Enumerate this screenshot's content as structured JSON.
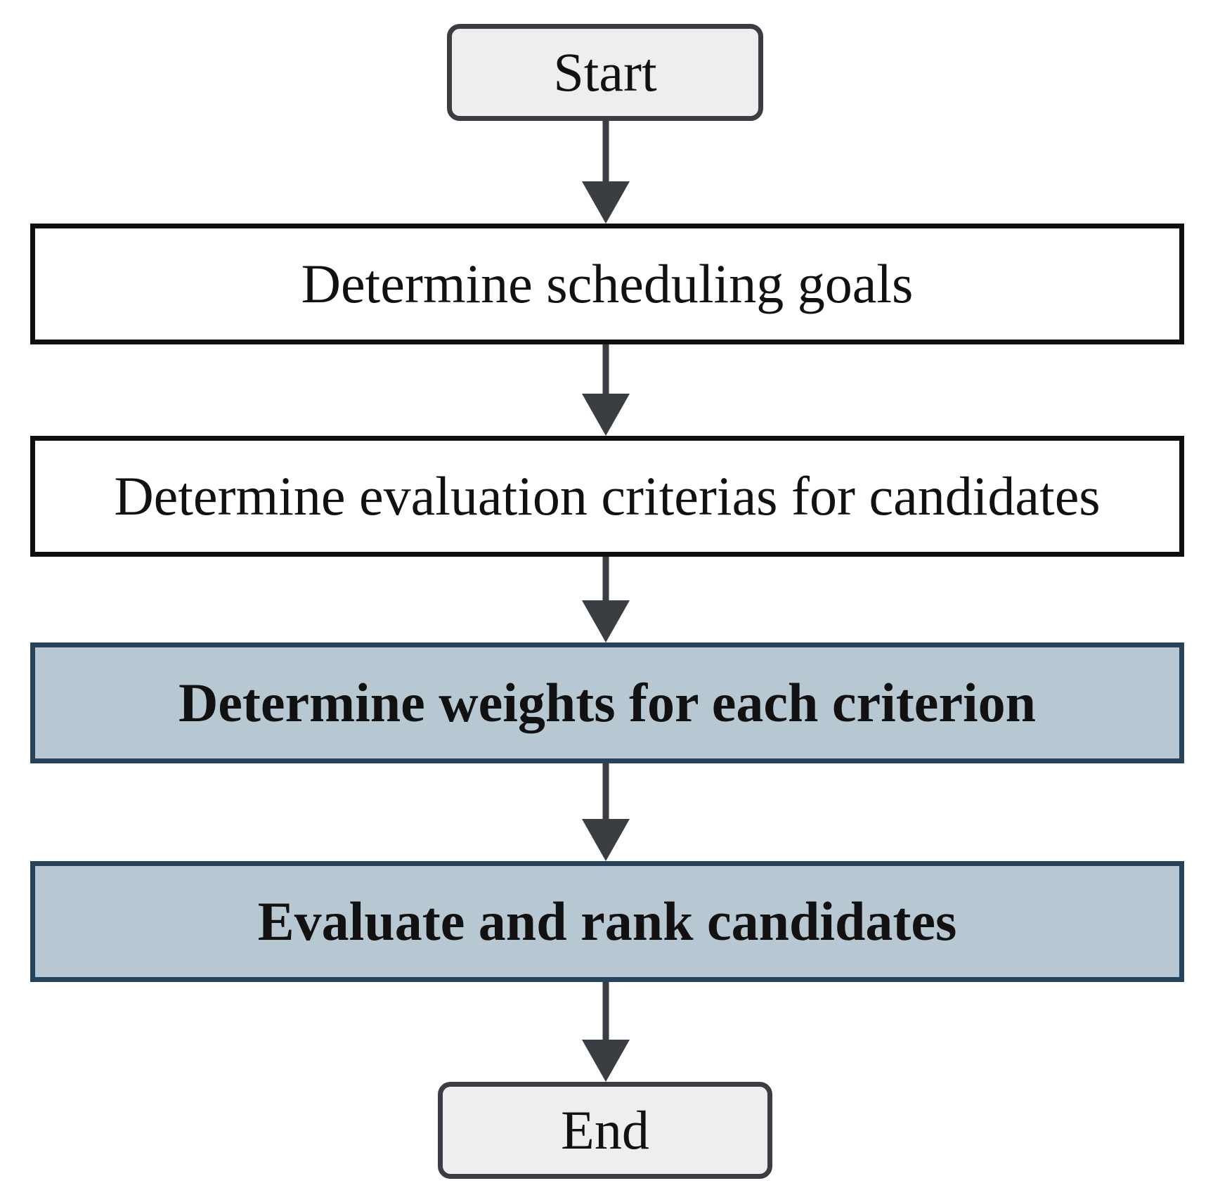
{
  "flowchart": {
    "start": "Start",
    "steps": [
      "Determine scheduling goals",
      "Determine evaluation criterias for candidates",
      "Determine weights for each criterion",
      "Evaluate and rank candidates"
    ],
    "end": "End"
  },
  "colors": {
    "terminal_fill": "#eeeeee",
    "terminal_border": "#3a3d42",
    "process_border": "#0f0f0f",
    "highlight_fill": "#b8c8d3",
    "highlight_border": "#25435a",
    "arrow": "#3a3d42"
  }
}
